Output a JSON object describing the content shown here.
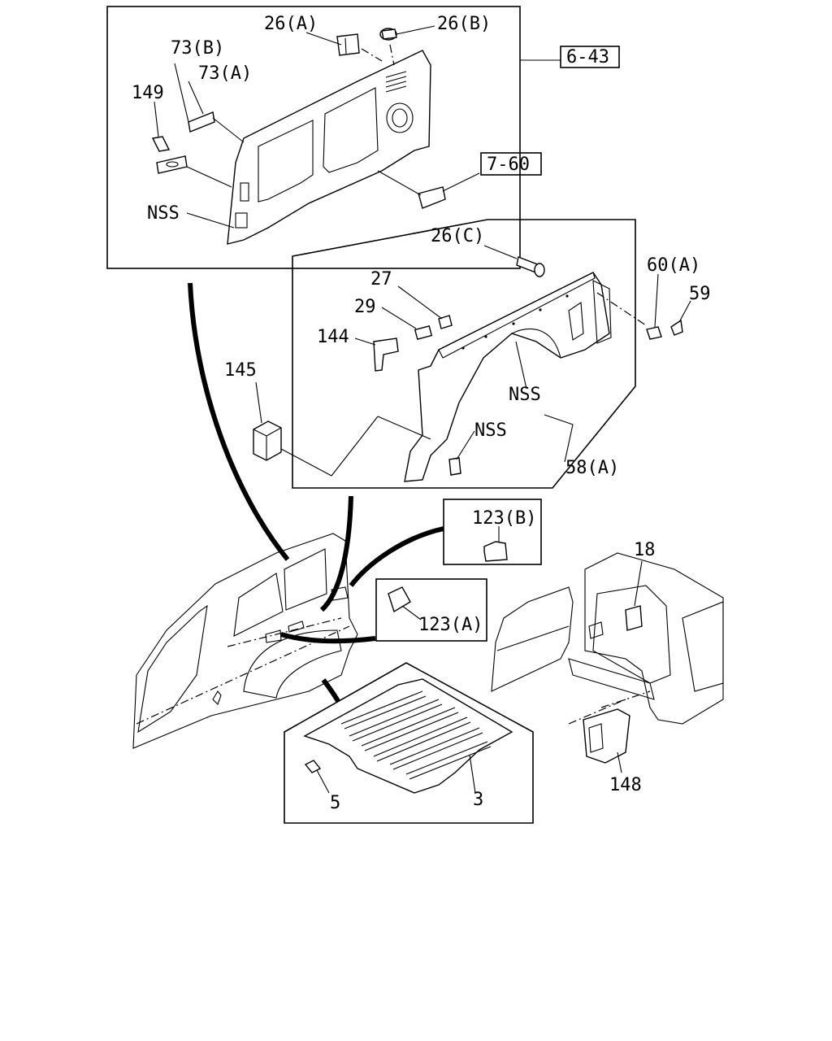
{
  "labels": {
    "p26a": "26(A)",
    "p26b": "26(B)",
    "ref643": "6-43",
    "p73b": "73(B)",
    "p73a": "73(A)",
    "p149": "149",
    "ref760": "7-60",
    "nss_top": "NSS",
    "p26c": "26(C)",
    "p27": "27",
    "p29": "29",
    "p144": "144",
    "p60a": "60(A)",
    "p59": "59",
    "p145": "145",
    "nss_mid1": "NSS",
    "nss_mid2": "NSS",
    "p58a": "58(A)",
    "p123b": "123(B)",
    "p123a": "123(A)",
    "p18": "18",
    "p148": "148",
    "p5": "5",
    "p3": "3"
  }
}
